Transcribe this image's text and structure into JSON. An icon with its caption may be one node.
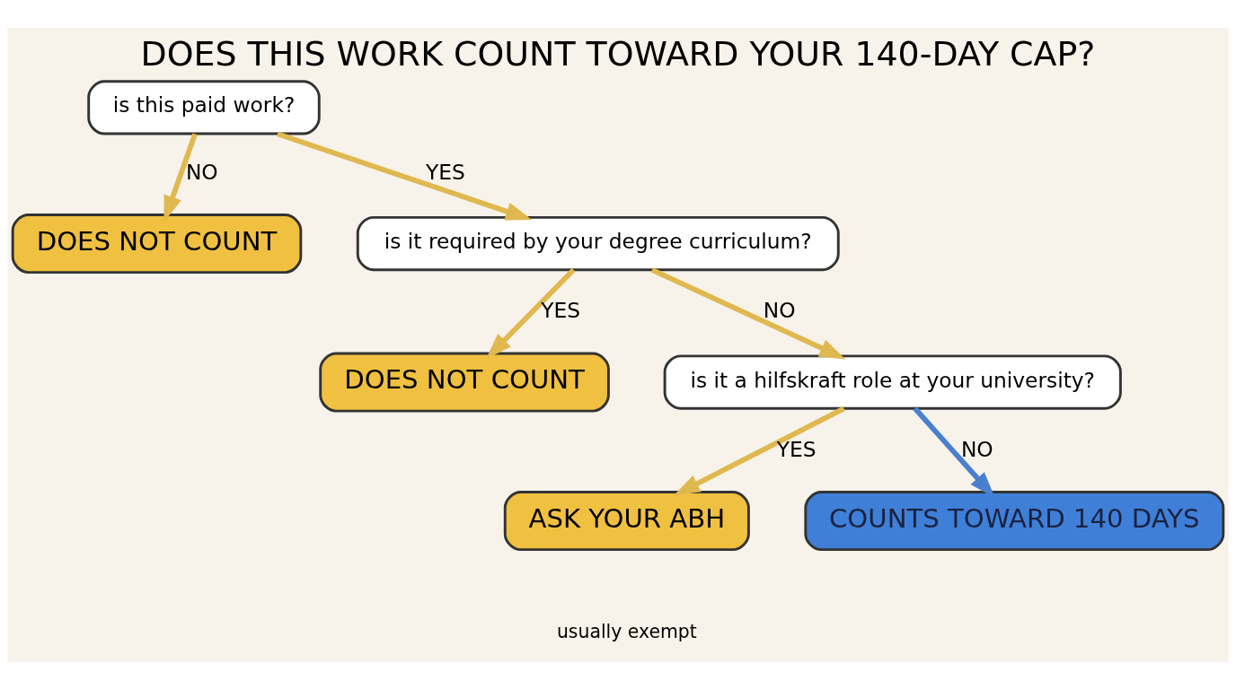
{
  "diagram": {
    "title": "DOES THIS WORK COUNT TOWARD YOUR 140-DAY CAP?",
    "nodes": [
      {
        "text": [
          "is this paid work?"
        ]
      },
      {
        "text": [
          "DOES NOT COUNT"
        ]
      },
      {
        "text": [
          "is it required by your degree curriculum?"
        ]
      },
      {
        "text": [
          "DOES NOT COUNT"
        ]
      },
      {
        "text": [
          "is it a hilfskraft role at your university?"
        ]
      },
      {
        "text": [
          "ASK YOUR ABH"
        ],
        "beside": [
          "usually exempt"
        ]
      },
      {
        "text": [
          "COUNTS TOWARD 140 DAYS"
        ]
      }
    ],
    "edges": [
      {
        "from": 0,
        "to": 1,
        "arrow": "to",
        "label": "NO"
      },
      {
        "from": 0,
        "to": 2,
        "arrow": "to",
        "label": "YES"
      },
      {
        "from": 2,
        "to": 3,
        "arrow": "to",
        "label": "YES"
      },
      {
        "from": 2,
        "to": 4,
        "arrow": "to",
        "label": "NO"
      },
      {
        "from": 4,
        "to": 5,
        "arrow": "to",
        "label": "YES"
      },
      {
        "from": 4,
        "to": 6,
        "arrow": "to",
        "label": "NO",
        "color": "#4a7fd0"
      }
    ]
  }
}
